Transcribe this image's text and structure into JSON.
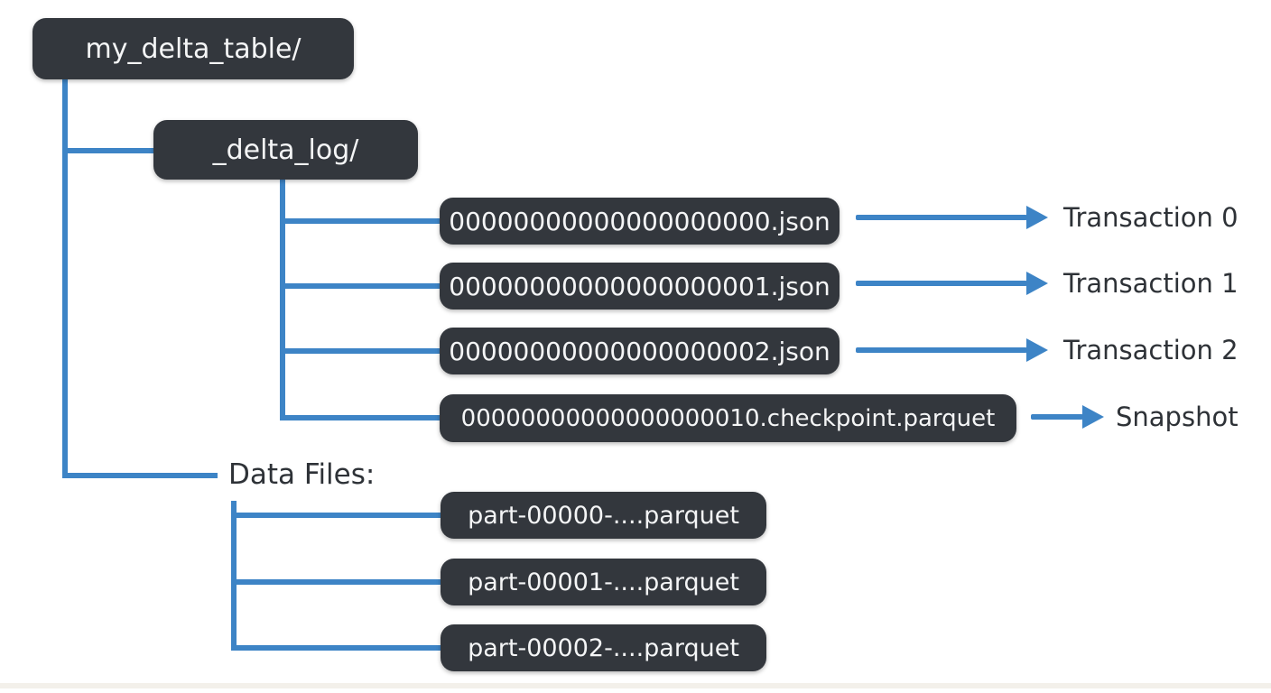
{
  "diagram": {
    "title_semantic": "Delta Lake table directory structure",
    "root_folder": {
      "name": "my_delta_table/"
    },
    "log_folder": {
      "name": "_delta_log/"
    },
    "log_files": [
      {
        "name": "00000000000000000000.json",
        "annotation": "Transaction 0"
      },
      {
        "name": "00000000000000000001.json",
        "annotation": "Transaction 1"
      },
      {
        "name": "00000000000000000002.json",
        "annotation": "Transaction 2"
      },
      {
        "name": "00000000000000000010.checkpoint.parquet",
        "annotation": "Snapshot"
      }
    ],
    "data_files_label": "Data Files:",
    "data_files": [
      {
        "name": "part-00000-....parquet"
      },
      {
        "name": "part-00001-....parquet"
      },
      {
        "name": "part-00002-....parquet"
      }
    ],
    "colors": {
      "node_fill": "#33373d",
      "node_text": "#f4f5f6",
      "connector": "#3d84c6",
      "label_text": "#2e3237",
      "background": "#ffffff"
    }
  }
}
